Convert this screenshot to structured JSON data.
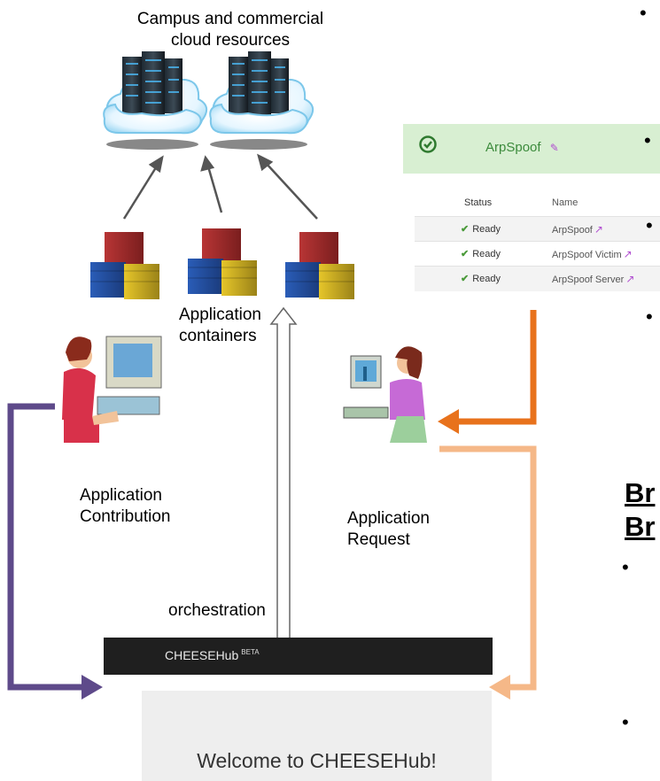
{
  "cloud_label_line1": "Campus and commercial",
  "cloud_label_line2": "cloud resources",
  "containers_label_line1": "Application",
  "containers_label_line2": "containers",
  "contribution_label_line1": "Application",
  "contribution_label_line2": "Contribution",
  "request_label_line1": "Application",
  "request_label_line2": "Request",
  "orchestration_label": "orchestration",
  "panel": {
    "title": "ArpSpoof",
    "col_status": "Status",
    "col_name": "Name",
    "rows": [
      {
        "status": "Ready",
        "name": "ArpSpoof"
      },
      {
        "status": "Ready",
        "name": "ArpSpoof Victim"
      },
      {
        "status": "Ready",
        "name": "ArpSpoof Server"
      }
    ]
  },
  "hub": {
    "name": "CHEESEHub",
    "beta": "BETA",
    "welcome": "Welcome to CHEESEHub!"
  },
  "clipped_heading_1": "Br",
  "clipped_heading_2": "Br",
  "colors": {
    "purple_arrow": "#5e4a8a",
    "orange_arrow": "#e8721c",
    "peach_arrow": "#f5b888",
    "panel_green": "#d8efd2"
  }
}
